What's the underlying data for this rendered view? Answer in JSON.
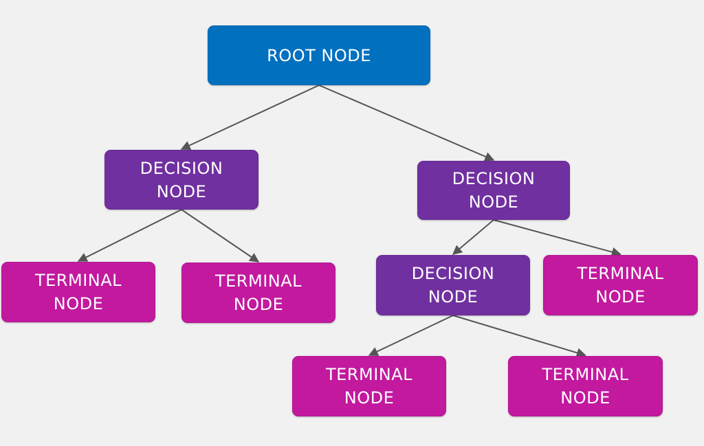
{
  "colors": {
    "background": "#f1f1f1",
    "root_node": "#0170bf",
    "decision_node": "#7030a0",
    "terminal_node": "#c2199f",
    "edge": "#555555",
    "text": "#ffffff"
  },
  "nodes": {
    "root": {
      "label": "ROOT NODE",
      "type": "root"
    },
    "decision_left": {
      "label": "DECISION\nNODE",
      "type": "decision"
    },
    "decision_right": {
      "label": "DECISION\nNODE",
      "type": "decision"
    },
    "terminal_1": {
      "label": "TERMINAL\nNODE",
      "type": "terminal"
    },
    "terminal_2": {
      "label": "TERMINAL\nNODE",
      "type": "terminal"
    },
    "decision_lower": {
      "label": "DECISION\nNODE",
      "type": "decision"
    },
    "terminal_3": {
      "label": "TERMINAL\nNODE",
      "type": "terminal"
    },
    "terminal_4": {
      "label": "TERMINAL\nNODE",
      "type": "terminal"
    },
    "terminal_5": {
      "label": "TERMINAL\nNODE",
      "type": "terminal"
    }
  },
  "edges": [
    {
      "from": "root",
      "to": "decision_left"
    },
    {
      "from": "root",
      "to": "decision_right"
    },
    {
      "from": "decision_left",
      "to": "terminal_1"
    },
    {
      "from": "decision_left",
      "to": "terminal_2"
    },
    {
      "from": "decision_right",
      "to": "decision_lower"
    },
    {
      "from": "decision_right",
      "to": "terminal_3"
    },
    {
      "from": "decision_lower",
      "to": "terminal_4"
    },
    {
      "from": "decision_lower",
      "to": "terminal_5"
    }
  ]
}
